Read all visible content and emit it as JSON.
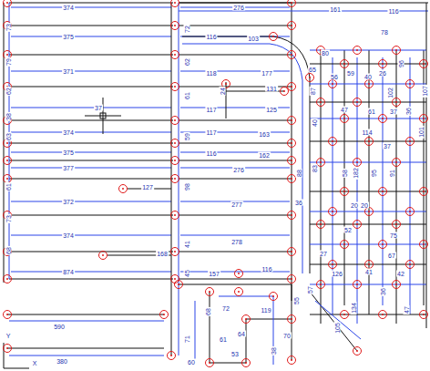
{
  "diagram": {
    "labels": [
      "374",
      "276",
      "161",
      "116",
      "73",
      "375",
      "72",
      "116",
      "103",
      "79",
      "371",
      "62",
      "118",
      "177",
      "80",
      "78",
      "65",
      "56",
      "59",
      "40",
      "26",
      "62",
      "24",
      "131",
      "38",
      "37",
      "117",
      "125",
      "61",
      "47",
      "61",
      "37",
      "63",
      "374",
      "117",
      "163",
      "114",
      "101",
      "375",
      "116",
      "162",
      "59",
      "377",
      "276",
      "61",
      "127",
      "98",
      "372",
      "277",
      "182",
      "95",
      "37",
      "73",
      "374",
      "278",
      "41",
      "68",
      "168",
      "874",
      "157",
      "116",
      "45",
      "590",
      "380",
      "Y",
      "X",
      "71",
      "60",
      "61",
      "64",
      "72",
      "119",
      "70",
      "68",
      "87",
      "40",
      "83",
      "88",
      "58",
      "36",
      "20",
      "20",
      "52",
      "75",
      "27",
      "67",
      "41",
      "126",
      "57",
      "134",
      "47",
      "105",
      "36",
      "42",
      "38",
      "53",
      "55",
      "91",
      "36",
      "107",
      "102",
      "96"
    ]
  }
}
